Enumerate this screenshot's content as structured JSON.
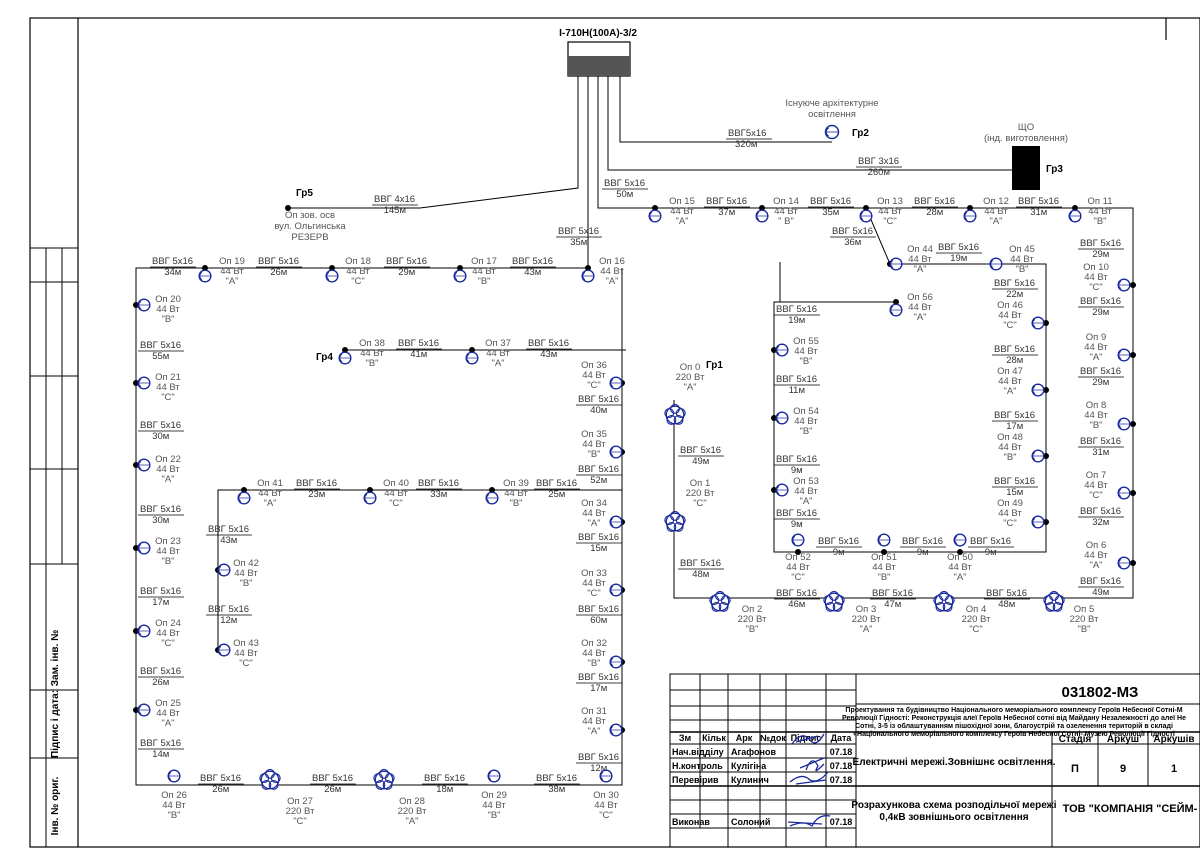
{
  "drawing": {
    "main_panel": "І-710Н(100А)-3/2",
    "existing_lighting": "Існуюче архітектурне освітлення",
    "shchO": "ЩО",
    "shchO_note": "(інд. виготовлення)",
    "gr5_note": [
      "Оп зов. осв",
      "вул. Ольгинська",
      "РЕЗЕРВ"
    ]
  },
  "groups": [
    "Гр1",
    "Гр2",
    "Гр3",
    "Гр4",
    "Гр5"
  ],
  "cables": [
    {
      "type": "ВВГ5х16",
      "length": "320м"
    },
    {
      "type": "ВВГ 3х16",
      "length": "260м"
    },
    {
      "type": "ВВГ 4х16",
      "length": "145м"
    },
    {
      "type": "ВВГ 5х16",
      "length": "50м"
    },
    {
      "type": "ВВГ 5х16",
      "length": "35м"
    },
    {
      "type": "ВВГ 5х16",
      "length": "37м"
    },
    {
      "type": "ВВГ 5х16",
      "length": "35м"
    },
    {
      "type": "ВВГ 5х16",
      "length": "28м"
    },
    {
      "type": "ВВГ 5х16",
      "length": "31м"
    },
    {
      "type": "ВВГ 5х16",
      "length": "36м"
    },
    {
      "type": "ВВГ 5х16",
      "length": "19м"
    },
    {
      "type": "ВВГ 5х16",
      "length": "34м"
    },
    {
      "type": "ВВГ 5х16",
      "length": "26м"
    },
    {
      "type": "ВВГ 5х16",
      "length": "29м"
    },
    {
      "type": "ВВГ 5х16",
      "length": "43м"
    },
    {
      "type": "ВВГ 5х16",
      "length": "55м"
    },
    {
      "type": "ВВГ 5х16",
      "length": "30м"
    },
    {
      "type": "ВВГ 5х16",
      "length": "30м"
    },
    {
      "type": "ВВГ 5х16",
      "length": "17м"
    },
    {
      "type": "ВВГ 5х16",
      "length": "26м"
    },
    {
      "type": "ВВГ 5х16",
      "length": "14м"
    },
    {
      "type": "ВВГ 5х16",
      "length": "26м"
    },
    {
      "type": "ВВГ 5х16",
      "length": "26м"
    },
    {
      "type": "ВВГ 5х16",
      "length": "18м"
    },
    {
      "type": "ВВГ 5х16",
      "length": "38м"
    },
    {
      "type": "ВВГ 5х16",
      "length": "41м"
    },
    {
      "type": "ВВГ 5х16",
      "length": "43м"
    },
    {
      "type": "ВВГ 5х16",
      "length": "40м"
    },
    {
      "type": "ВВГ 5х16",
      "length": "52м"
    },
    {
      "type": "ВВГ 5х16",
      "length": "15м"
    },
    {
      "type": "ВВГ 5х16",
      "length": "60м"
    },
    {
      "type": "ВВГ 5х16",
      "length": "17м"
    },
    {
      "type": "ВВГ 5х16",
      "length": "12м"
    },
    {
      "type": "ВВГ 5х16",
      "length": "23м"
    },
    {
      "type": "ВВГ 5х16",
      "length": "33м"
    },
    {
      "type": "ВВГ 5х16",
      "length": "25м"
    },
    {
      "type": "ВВГ 5х16",
      "length": "43м"
    },
    {
      "type": "ВВГ 5х16",
      "length": "12м"
    },
    {
      "type": "ВВГ 5х16",
      "length": "49м"
    },
    {
      "type": "ВВГ 5х16",
      "length": "48м"
    },
    {
      "type": "ВВГ 5х16",
      "length": "46м"
    },
    {
      "type": "ВВГ 5х16",
      "length": "47м"
    },
    {
      "type": "ВВГ 5х16",
      "length": "48м"
    },
    {
      "type": "ВВГ 5х16",
      "length": "19м"
    },
    {
      "type": "ВВГ 5х16",
      "length": "11м"
    },
    {
      "type": "ВВГ 5х16",
      "length": "9м"
    },
    {
      "type": "ВВГ 5х16",
      "length": "9м"
    },
    {
      "type": "ВВГ 5х16",
      "length": "9м"
    },
    {
      "type": "ВВГ 5х16",
      "length": "9м"
    },
    {
      "type": "ВВГ 5х16",
      "length": "9м"
    },
    {
      "type": "ВВГ 5х16",
      "length": "22м"
    },
    {
      "type": "ВВГ 5х16",
      "length": "28м"
    },
    {
      "type": "ВВГ 5х16",
      "length": "17м"
    },
    {
      "type": "ВВГ 5х16",
      "length": "15м"
    },
    {
      "type": "ВВГ 5х16",
      "length": "29м"
    },
    {
      "type": "ВВГ 5х16",
      "length": "29м"
    },
    {
      "type": "ВВГ 5х16",
      "length": "29м"
    },
    {
      "type": "ВВГ 5х16",
      "length": "31м"
    },
    {
      "type": "ВВГ 5х16",
      "length": "32м"
    },
    {
      "type": "ВВГ 5х16",
      "length": "49м"
    }
  ],
  "luminaires": [
    {
      "id": "Оп 0",
      "power": "220 Вт",
      "phase": "\"А\""
    },
    {
      "id": "Оп 1",
      "power": "220 Вт",
      "phase": "\"С\""
    },
    {
      "id": "Оп 2",
      "power": "220 Вт",
      "phase": "\"В\""
    },
    {
      "id": "Оп 3",
      "power": "220 Вт",
      "phase": "\"А\""
    },
    {
      "id": "Оп 4",
      "power": "220 Вт",
      "phase": "\"С\""
    },
    {
      "id": "Оп 5",
      "power": "220 Вт",
      "phase": "\"В\""
    },
    {
      "id": "Оп 6",
      "power": "44 Вт",
      "phase": "\"А\""
    },
    {
      "id": "Оп 7",
      "power": "44 Вт",
      "phase": "\"С\""
    },
    {
      "id": "Оп 8",
      "power": "44 Вт",
      "phase": "\"В\""
    },
    {
      "id": "Оп 9",
      "power": "44 Вт",
      "phase": "\"А\""
    },
    {
      "id": "Оп 10",
      "power": "44 Вт",
      "phase": "\"С\""
    },
    {
      "id": "Оп 11",
      "power": "44 Вт",
      "phase": "\"В\""
    },
    {
      "id": "Оп 12",
      "power": "44 Вт",
      "phase": "\"А\""
    },
    {
      "id": "Оп 13",
      "power": "44 Вт",
      "phase": "\"С\""
    },
    {
      "id": "Оп 14",
      "power": "44 Вт",
      "phase": "\" В\""
    },
    {
      "id": "Оп 15",
      "power": "44 Вт",
      "phase": "\"А\""
    },
    {
      "id": "Оп 16",
      "power": "44 Вт",
      "phase": "\"А\""
    },
    {
      "id": "Оп 17",
      "power": "44 Вт",
      "phase": "\"В\""
    },
    {
      "id": "Оп 18",
      "power": "44 Вт",
      "phase": "\"С\""
    },
    {
      "id": "Оп 19",
      "power": "44 Вт",
      "phase": "\"А\""
    },
    {
      "id": "Оп 20",
      "power": "44 Вт",
      "phase": "\"В\""
    },
    {
      "id": "Оп 21",
      "power": "44 Вт",
      "phase": "\"С\""
    },
    {
      "id": "Оп 22",
      "power": "44 Вт",
      "phase": "\"А\""
    },
    {
      "id": "Оп 23",
      "power": "44 Вт",
      "phase": "\"В\""
    },
    {
      "id": "Оп 24",
      "power": "44 Вт",
      "phase": "\"С\""
    },
    {
      "id": "Оп 25",
      "power": "44 Вт",
      "phase": "\"А\""
    },
    {
      "id": "Оп 26",
      "power": "44 Вт",
      "phase": "\"В\""
    },
    {
      "id": "Оп 27",
      "power": "220 Вт",
      "phase": "\"С\""
    },
    {
      "id": "Оп 28",
      "power": "220 Вт",
      "phase": "\"А\""
    },
    {
      "id": "Оп 29",
      "power": "44 Вт",
      "phase": "\"В\""
    },
    {
      "id": "Оп 30",
      "power": "44 Вт",
      "phase": "\"С\""
    },
    {
      "id": "Оп 31",
      "power": "44 Вт",
      "phase": "\"А\""
    },
    {
      "id": "Оп 32",
      "power": "44 Вт",
      "phase": "\"В\""
    },
    {
      "id": "Оп 33",
      "power": "44 Вт",
      "phase": "\"С\""
    },
    {
      "id": "Оп 34",
      "power": "44 Вт",
      "phase": "\"А\""
    },
    {
      "id": "Оп 35",
      "power": "44 Вт",
      "phase": "\"В\""
    },
    {
      "id": "Оп 36",
      "power": "44 Вт",
      "phase": "\"С\""
    },
    {
      "id": "Оп 37",
      "power": "44 Вт",
      "phase": "\"А\""
    },
    {
      "id": "Оп 38",
      "power": "44 Вт",
      "phase": "\"В\""
    },
    {
      "id": "Оп 39",
      "power": "44 Вт",
      "phase": "\"В\""
    },
    {
      "id": "Оп 40",
      "power": "44 Вт",
      "phase": "\"С\""
    },
    {
      "id": "Оп 41",
      "power": "44 Вт",
      "phase": "\"А\""
    },
    {
      "id": "Оп 42",
      "power": "44 Вт",
      "phase": "\"В\""
    },
    {
      "id": "Оп 43",
      "power": "44 Вт",
      "phase": "\"С\""
    },
    {
      "id": "Оп 44",
      "power": "44 Вт",
      "phase": "\"А\""
    },
    {
      "id": "Оп 45",
      "power": "44 Вт",
      "phase": "\"В\""
    },
    {
      "id": "Оп 46",
      "power": "44 Вт",
      "phase": "\"С\""
    },
    {
      "id": "Оп 47",
      "power": "44 Вт",
      "phase": "\"А\""
    },
    {
      "id": "Оп 48",
      "power": "44 Вт",
      "phase": "\"В\""
    },
    {
      "id": "Оп 49",
      "power": "44 Вт",
      "phase": "\"С\""
    },
    {
      "id": "Оп 50",
      "power": "44 Вт",
      "phase": "\"А\""
    },
    {
      "id": "Оп 51",
      "power": "44 Вт",
      "phase": "\"В\""
    },
    {
      "id": "Оп 52",
      "power": "44 Вт",
      "phase": "\"С\""
    },
    {
      "id": "Оп 53",
      "power": "44 Вт",
      "phase": "\"А\""
    },
    {
      "id": "Оп 54",
      "power": "44 Вт",
      "phase": "\"В\""
    },
    {
      "id": "Оп 55",
      "power": "44 Вт",
      "phase": "\"В\""
    },
    {
      "id": "Оп 56",
      "power": "44 Вт",
      "phase": "\"А\""
    }
  ],
  "side_stamp": [
    "Інв. № ориг.",
    "Підпис і дата:",
    "Зам. інв. №"
  ],
  "title_block": {
    "code": "031802-МЗ",
    "project": [
      "Проектування та будівництво Національного меморіального комплексу Героїв Небесної Сотні-М",
      "Революції Гідності: Реконструкція алеї Героїв Небесної сотні від Майдану Незалежності до алеї Не",
      "Сотні, 3-5 із облаштуванням пішохідної зони, благоустрій та озеленення територій в складі",
      "«Національного меморіального комплексу Героїв Небесної Сотні- Музею Революції Гідності"
    ],
    "headers": [
      "Зм",
      "Кільк",
      "Арк",
      "№док",
      "Підпис",
      "Дата"
    ],
    "staff": [
      {
        "role": "Нач.відділу",
        "name": "Агафонов",
        "date": "07.18"
      },
      {
        "role": "Н.контроль",
        "name": "Кулігіна",
        "date": "07.18"
      },
      {
        "role": "Перевірив",
        "name": "Кулинич",
        "date": "07.18"
      },
      {
        "role": "Виконав",
        "name": "Солоний",
        "date": "07.18"
      }
    ],
    "sheet_title": "Електричні мережі.Зовнішнє освітлення.",
    "stage_headers": [
      "Стадія",
      "Аркуш",
      "Аркушів"
    ],
    "stage_values": [
      "П",
      "9",
      "1"
    ],
    "drawing_name": [
      "Розрахункова схема розподільчої мережі",
      "0,4кВ зовнішнього освітлення"
    ],
    "company": "ТОВ \"КОМПАНІЯ \"СЕЙМ-"
  }
}
